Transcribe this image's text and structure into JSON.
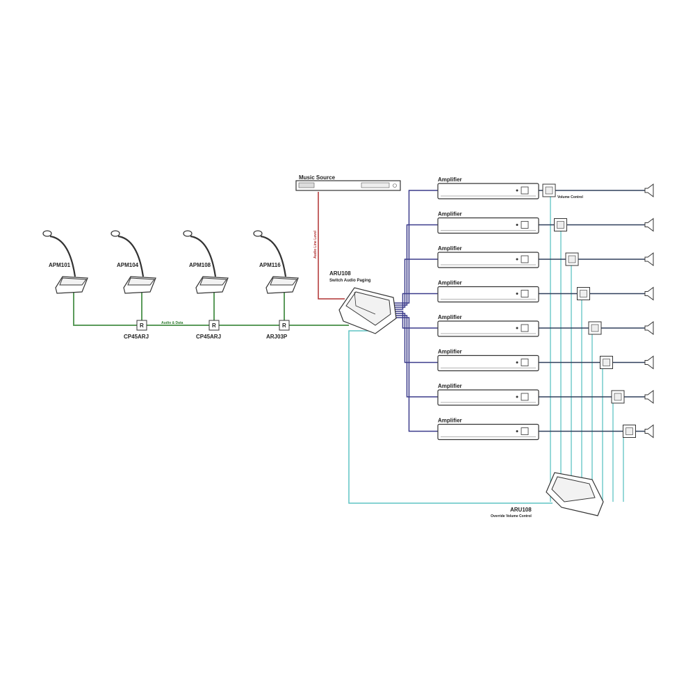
{
  "paging_stations": [
    {
      "label": "APM101"
    },
    {
      "label": "APM104"
    },
    {
      "label": "APM108"
    },
    {
      "label": "APM116"
    }
  ],
  "connectors": [
    {
      "label": "CP45ARJ",
      "glyph": "R"
    },
    {
      "label": "CP45ARJ",
      "glyph": "R"
    },
    {
      "label": "ARJ03P",
      "glyph": "R"
    }
  ],
  "audio_data_label": "Audio & Data",
  "music_source": {
    "label": "Music Source"
  },
  "audio_line_level_label": "Audio Line Level",
  "switch_unit": {
    "model": "ARU108",
    "description": "Switch Audio Paging"
  },
  "amplifiers": [
    {
      "label": "Amplifier"
    },
    {
      "label": "Amplifier"
    },
    {
      "label": "Amplifier"
    },
    {
      "label": "Amplifier"
    },
    {
      "label": "Amplifier"
    },
    {
      "label": "Amplifier"
    },
    {
      "label": "Amplifier"
    },
    {
      "label": "Amplifier"
    }
  ],
  "volume_control_label": "Volume Control",
  "override_unit": {
    "model": "ARU108",
    "description": "Override Volume Control"
  },
  "colors": {
    "green_cable": "#5a9a5a",
    "red_cable": "#b03030",
    "blue_cable": "#3a3a8a",
    "cyan_cable": "#5fc3c3",
    "dark_cable": "#2e3e5a",
    "outline": "#333333"
  }
}
